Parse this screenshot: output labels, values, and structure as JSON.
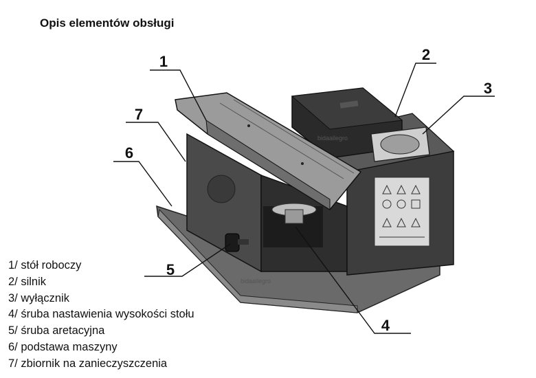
{
  "heading": "Opis elementów obsługi",
  "watermarks": [
    "bidaallegro",
    "bidaallegro"
  ],
  "callouts": [
    {
      "number": "1",
      "label": "1/ stół roboczy"
    },
    {
      "number": "2",
      "label": "2/ silnik"
    },
    {
      "number": "3",
      "label": "3/ wyłącznik"
    },
    {
      "number": "4",
      "label": "4/ śruba nastawienia wysokości stołu"
    },
    {
      "number": "5",
      "label": "5/ śruba aretacyjna"
    },
    {
      "number": "6",
      "label": "6/ podstawa maszyny"
    },
    {
      "number": "7",
      "label": "7/ zbiornik na zanieczyszczenia"
    }
  ]
}
